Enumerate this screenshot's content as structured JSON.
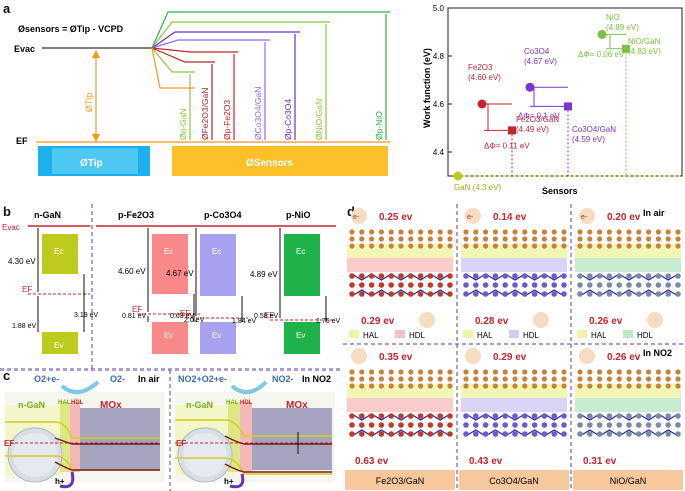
{
  "panels": {
    "a": "a",
    "b": "b",
    "c": "c",
    "d": "d"
  },
  "colors": {
    "green_light": "#8ec63f",
    "green": "#2db34a",
    "orange": "#f7941d",
    "red": "#c1272d",
    "purple": "#6633cc",
    "blue_tip": "#1eb0ee",
    "gold": "#fcc02b",
    "ngan": "#bfca1e",
    "fe2o3": "#f98888",
    "co3o4": "#a7a2f0",
    "nio": "#1fb24a"
  },
  "panel_a": {
    "equation": "Øsensors = ØTip - VCPD",
    "evac": "Evac",
    "ef": "EF",
    "tip_bar": "ØTip",
    "tip_arrow": "ØTip",
    "sensors_bar": "ØSensors",
    "level_labels": [
      "Øn-GaN",
      "ØFe2O3/GaN",
      "Øp-Fe2O3",
      "ØCo3O4/GaN",
      "Øp-Co3O4",
      "ØNiO/GaN",
      "Øp-NiO"
    ]
  },
  "chart_data": {
    "type": "scatter",
    "xlabel": "Sensors",
    "ylabel": "Work function (eV)",
    "ylim": [
      4.3,
      5.0
    ],
    "yticks": [
      "4.4",
      "4.6",
      "4.8",
      "5.0"
    ],
    "grid": false,
    "points": [
      {
        "name": "GaN",
        "label": "GaN (4.3 eV)",
        "value": 4.3,
        "color": "#c0c81f"
      },
      {
        "name": "Fe2O3",
        "label_lines": [
          "Fe2O3",
          "(4.60 eV)"
        ],
        "value": 4.6,
        "color": "#c1272d"
      },
      {
        "name": "Fe2O3/GaN",
        "label_lines": [
          "Fe2O3/GaN",
          "(4.49 eV)"
        ],
        "value": 4.49,
        "color": "#c1272d"
      },
      {
        "name": "Co3O4",
        "label_lines": [
          "Co3O4",
          "(4.67 eV)"
        ],
        "value": 4.67,
        "color": "#7a34d1"
      },
      {
        "name": "Co3O4/GaN",
        "label_lines": [
          "Co3O4/GaN",
          "(4.59 eV)"
        ],
        "value": 4.59,
        "color": "#7a34d1"
      },
      {
        "name": "NiO",
        "label_lines": [
          "NiO",
          "(4.89 eV)"
        ],
        "value": 4.89,
        "color": "#7cc242"
      },
      {
        "name": "NiO/GaN",
        "label_lines": [
          "NiO/GaN",
          "(4.83 eV)"
        ],
        "value": 4.83,
        "color": "#7cc242"
      }
    ],
    "deltas": [
      "ΔΦ= 0.11 eV",
      "ΔΦ= 0.1 eV",
      "ΔΦ= 0.06 eV"
    ]
  },
  "panel_b": {
    "evac": "Evac",
    "ef": "EF",
    "ec": "Ec",
    "ev": "Ev",
    "columns": [
      {
        "title": "n-GaN",
        "v1": "4.30 eV",
        "v2": "1.88 eV",
        "v3": "3.19 eV"
      },
      {
        "title": "p-Fe2O3",
        "v1": "4.60 eV",
        "v2": "0.81 eV",
        "v3": "2.0 eV"
      },
      {
        "title": "p-Co3O4",
        "v1": "4.67 eV",
        "v2": "0.63 eV",
        "v3": "1.84 eV"
      },
      {
        "title": "p-NiO",
        "v1": "4.89 eV",
        "v2": "0.58 eV",
        "v3": "1.75 eV"
      }
    ]
  },
  "panel_c": {
    "left_title": "In air",
    "right_title": "In NO2",
    "gas_left": "O2+e-",
    "ion_left": "O2-",
    "gas_right": "NO2+O2+e-",
    "ion_right": "NO2-",
    "n_gan": "n-GaN",
    "hal": "HAL",
    "hdl": "HDL",
    "mox": "MOx",
    "ef": "EF",
    "hole": "h+"
  },
  "panel_d": {
    "hal": "HAL",
    "hdl": "HDL",
    "in_air": "In air",
    "in_no2": "In NO2",
    "electron": "e-",
    "top_energies": [
      [
        "0.25 ev",
        "0.29 ev"
      ],
      [
        "0.14 ev",
        "0.28 ev"
      ],
      [
        "0.20 ev",
        "0.26 ev"
      ]
    ],
    "bottom_energies": [
      [
        "0.35 ev",
        "0.63 ev"
      ],
      [
        "0.29 ev",
        "0.43 ev"
      ],
      [
        "0.26 ev",
        "0.31 ev"
      ]
    ],
    "footers": [
      "Fe2O3/GaN",
      "Co3O4/GaN",
      "NiO/GaN"
    ]
  }
}
